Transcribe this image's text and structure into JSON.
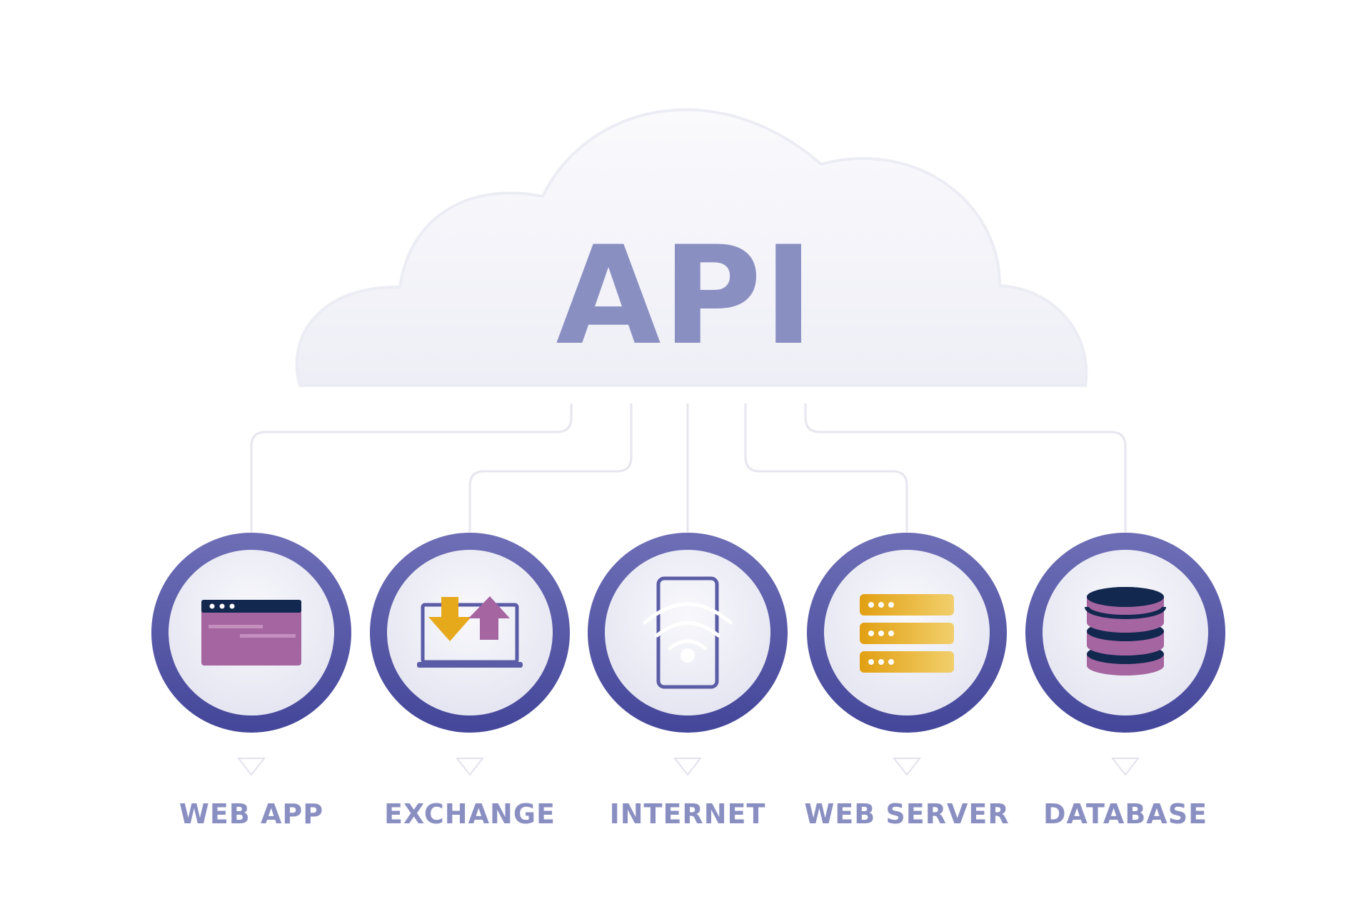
{
  "title": "API",
  "colors": {
    "text": "#8a8fc2",
    "ring": "#5a5ca6",
    "cloud": "#f3f3f9",
    "connector": "#e6e6ee",
    "purple": "#a565a0",
    "navy": "#12284f",
    "gold": "#e7a91c"
  },
  "nodes": [
    {
      "label": "WEB APP",
      "icon": "browser-window-icon"
    },
    {
      "label": "EXCHANGE",
      "icon": "laptop-data-exchange-icon"
    },
    {
      "label": "INTERNET",
      "icon": "mobile-wifi-icon"
    },
    {
      "label": "WEB SERVER",
      "icon": "server-rack-icon"
    },
    {
      "label": "DATABASE",
      "icon": "database-icon"
    }
  ]
}
